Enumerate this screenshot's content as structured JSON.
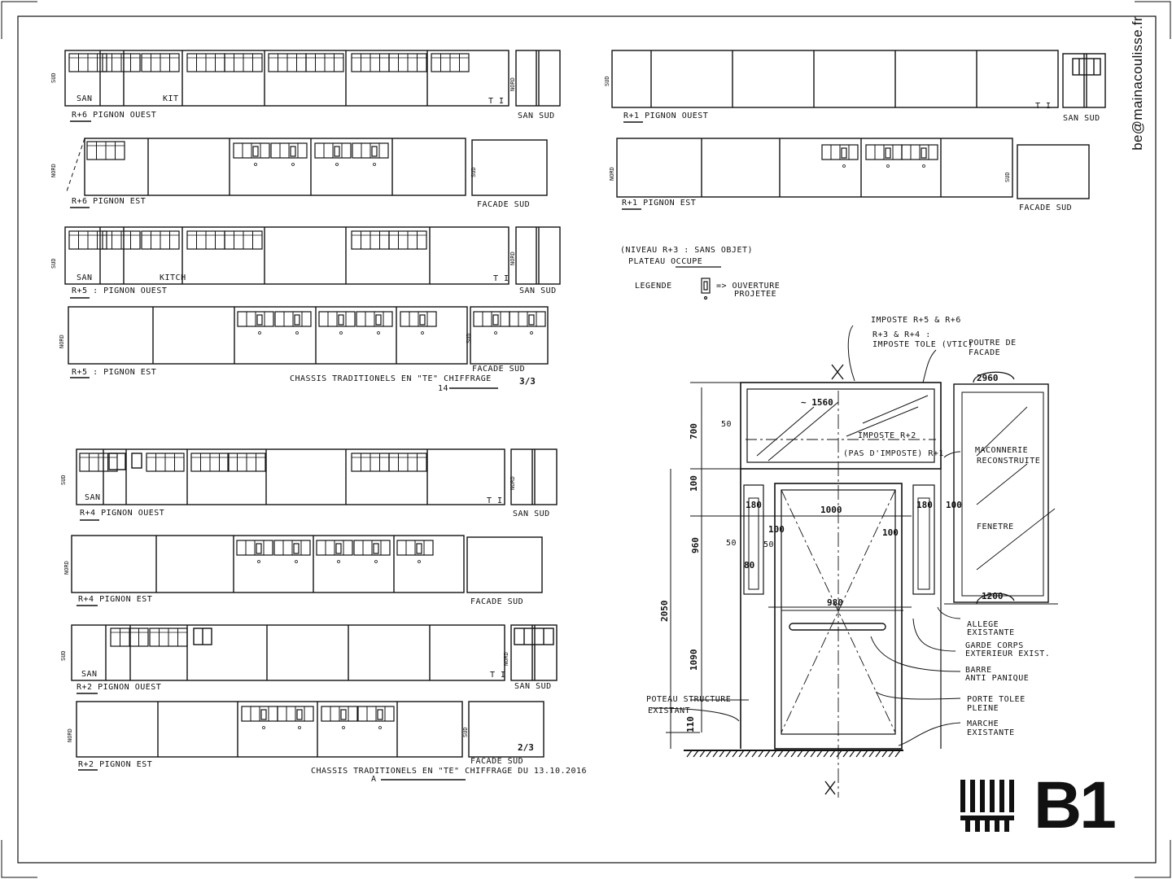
{
  "brand": {
    "website": "be@mainacoulisse.fr",
    "logo_text": "B1"
  },
  "elevations": {
    "r6_ouest": {
      "title": "R+6 PIGNON OUEST",
      "left_tag": "SUD",
      "room1": "SAN",
      "room2": "KIT",
      "tag": "T I",
      "side_tag": "NORD",
      "side_caption": "SAN SUD"
    },
    "r6_est": {
      "title": "R+6 PIGNON EST",
      "left_tag": "NORD",
      "side_tag": "SUD",
      "side_caption": "FACADE SUD"
    },
    "r5_ouest": {
      "title": "R+5 : PIGNON OUEST",
      "left_tag": "SUD",
      "room1": "SAN",
      "room2": "KITCH",
      "tag": "T I",
      "side_tag": "NORD",
      "side_caption": "SAN SUD"
    },
    "r5_est": {
      "title": "R+5 : PIGNON EST",
      "left_tag": "NORD",
      "side_tag": "SUD",
      "side_caption": "FACADE SUD"
    },
    "r4_ouest": {
      "title": "R+4 PIGNON OUEST",
      "left_tag": "SUD",
      "room1": "SAN",
      "tag": "T I",
      "side_tag": "NORD",
      "side_caption": "SAN SUD"
    },
    "r4_est": {
      "title": "R+4 PIGNON EST",
      "left_tag": "NORD",
      "side_caption": "FACADE SUD"
    },
    "r2_ouest": {
      "title": "R+2 PIGNON OUEST",
      "left_tag": "SUD",
      "room1": "SAN",
      "tag": "T I",
      "side_tag": "NORD",
      "side_caption": "SAN SUD"
    },
    "r2_est": {
      "title": "R+2 PIGNON EST",
      "left_tag": "NORD",
      "side_tag": "SUD",
      "side_caption": "FACADE SUD"
    },
    "r1_ouest": {
      "title": "R+1 PIGNON OUEST",
      "left_tag": "SUD",
      "tag": "T I",
      "side_caption": "SAN SUD"
    },
    "r1_est": {
      "title": "R+1 PIGNON EST",
      "left_tag": "NORD",
      "side_tag": "SUD",
      "side_caption": "FACADE SUD"
    }
  },
  "captions": {
    "chassis_1": "CHASSIS TRADITIONELS EN \"TE\" CHIFFRAGE",
    "chassis_1_sub": "14",
    "page_1": "3/3",
    "chassis_2": "CHASSIS TRADITIONELS EN \"TE\" CHIFFRAGE DU 13.10.2016",
    "chassis_2_sub": "A",
    "page_2": "2/3",
    "note_line1": "(NIVEAU R+3 : SANS OBJET)",
    "note_line2": "PLATEAU OCCUPE",
    "legend_label": "LEGENDE",
    "legend_text1": "=> OUVERTURE",
    "legend_text2": "PROJETEE"
  },
  "door_detail": {
    "imposte_top": "IMPOSTE R+5 & R+6",
    "imposte_mid1": "R+3 & R+4 :",
    "imposte_mid2": "IMPOSTE TOLE (VTIC)",
    "poutre1": "POUTRE DE",
    "poutre2": "FACADE",
    "dim_2960": "2960",
    "dim_1560": "~ 1560",
    "dim_700": "700",
    "dim_50a": "50",
    "imposte_r2": "IMPOSTE R+2",
    "pas_imposte": "(PAS D'IMPOSTE) R+1",
    "maconnerie1": "MACONNERIE",
    "maconnerie2": "RECONSTRUITE",
    "dim_100a": "100",
    "dim_180a": "180",
    "dim_1000": "1000",
    "dim_180b": "180",
    "dim_100b": "100",
    "dim_100c": "100",
    "dim_100d": "100",
    "fenetre": "FENETRE",
    "dim_960": "960",
    "dim_50b": "50",
    "dim_50c": "50",
    "dim_80": "80",
    "dim_2050": "2050",
    "dim_980": "980",
    "dim_1200": "1200",
    "allege1": "ALLEGE",
    "allege2": "EXISTANTE",
    "garde1": "GARDE CORPS",
    "garde2": "EXTERIEUR EXIST.",
    "dim_1090": "1090",
    "barre1": "BARRE",
    "barre2": "ANTI PANIQUE",
    "porte1": "PORTE TOLEE",
    "porte2": "PLEINE",
    "poteau1": "POTEAU STRUCTURE",
    "poteau2": "EXISTANT",
    "dim_110": "110",
    "marche1": "MARCHE",
    "marche2": "EXISTANTE"
  }
}
